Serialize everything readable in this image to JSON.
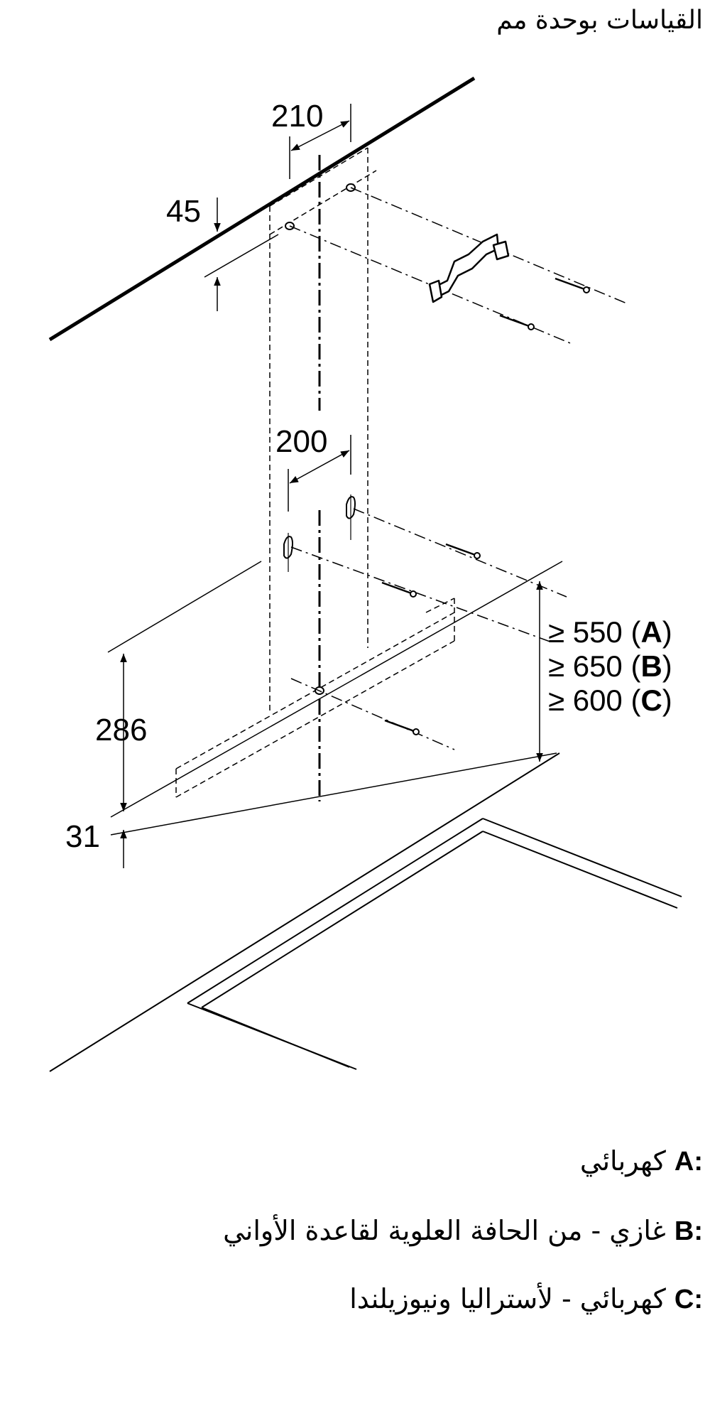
{
  "title": "القياسات بوحدة مم",
  "dimensions": {
    "d210": "210",
    "d45": "45",
    "d200": "200",
    "d286": "286",
    "d31": "31"
  },
  "requirements": [
    {
      "prefix": "≥ 550 (",
      "key": "A",
      "suffix": ")"
    },
    {
      "prefix": "≥ 650 (",
      "key": "B",
      "suffix": ")"
    },
    {
      "prefix": "≥ 600 (",
      "key": "C",
      "suffix": ")"
    }
  ],
  "legend": [
    {
      "key": "A:",
      "text": "كهربائي"
    },
    {
      "key": "B:",
      "text": "غازي - من الحافة العلوية لقاعدة الأواني"
    },
    {
      "key": "C:",
      "text": "كهربائي - لأستراليا ونيوزيلندا"
    }
  ]
}
